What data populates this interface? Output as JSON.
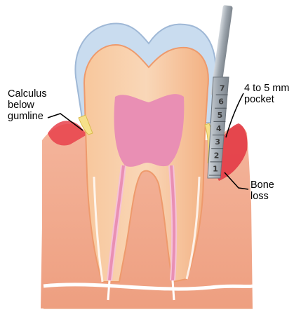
{
  "labels": {
    "calculus": [
      "Calculus",
      "below",
      "gumline"
    ],
    "pocket": [
      "4 to 5 mm",
      "pocket"
    ],
    "bone": [
      "Bone",
      "loss"
    ]
  },
  "probe": {
    "marks": [
      "7",
      "6",
      "5",
      "4",
      "3",
      "2",
      "1"
    ]
  },
  "colors": {
    "enamel": "#c9dcef",
    "dentin": "#f5b98a",
    "pulp": "#e98fb4",
    "gum": "#f2a98f",
    "gum_inflamed": "#e8404a",
    "bone": "#f4cbb0",
    "probe": "#a9b0b8",
    "calculus": "#f6e08a"
  }
}
